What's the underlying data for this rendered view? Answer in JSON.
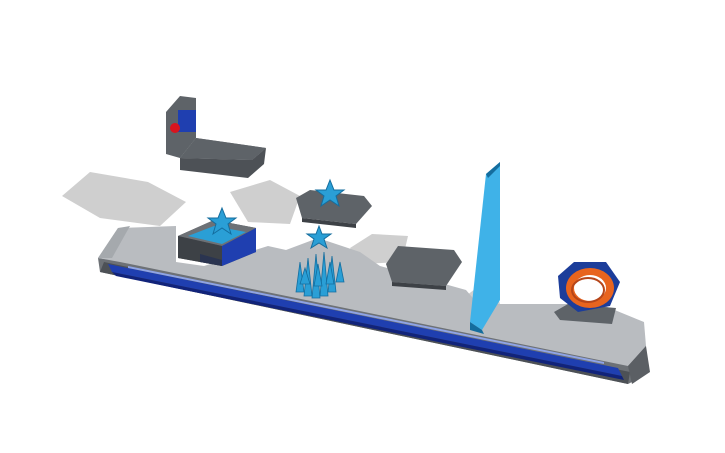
{
  "scene": {
    "background": "#ffffff",
    "colors": {
      "platform_top": "#b9bcc0",
      "platform_side": "#6d7176",
      "platform_dark": "#4d5156",
      "rail": "#1f3fb0",
      "rail_dark": "#11237a",
      "tile_top": "#5e6368",
      "tile_side": "#3d4146",
      "shadow": "#cfcfcf",
      "accent_blue": "#2a9fd6",
      "accent_blue_dark": "#146d9e",
      "glass": "#3fb2e8",
      "ring_orange": "#e8641e",
      "hex_blue": "#1c3d9a",
      "button_red": "#d8141e"
    },
    "objects": [
      {
        "name": "wall-bracket",
        "icon": "l-bracket-with-red-button"
      },
      {
        "name": "floating-star-tile",
        "icon": "tile-with-star"
      },
      {
        "name": "floating-star",
        "icon": "star"
      },
      {
        "name": "spike-cluster",
        "icon": "spikes"
      },
      {
        "name": "star-box",
        "icon": "box-with-star"
      },
      {
        "name": "floating-tile",
        "icon": "tile"
      },
      {
        "name": "glass-panel",
        "icon": "upright-glass-panel"
      },
      {
        "name": "hex-ring",
        "icon": "hexagon-with-orange-ring"
      }
    ]
  }
}
